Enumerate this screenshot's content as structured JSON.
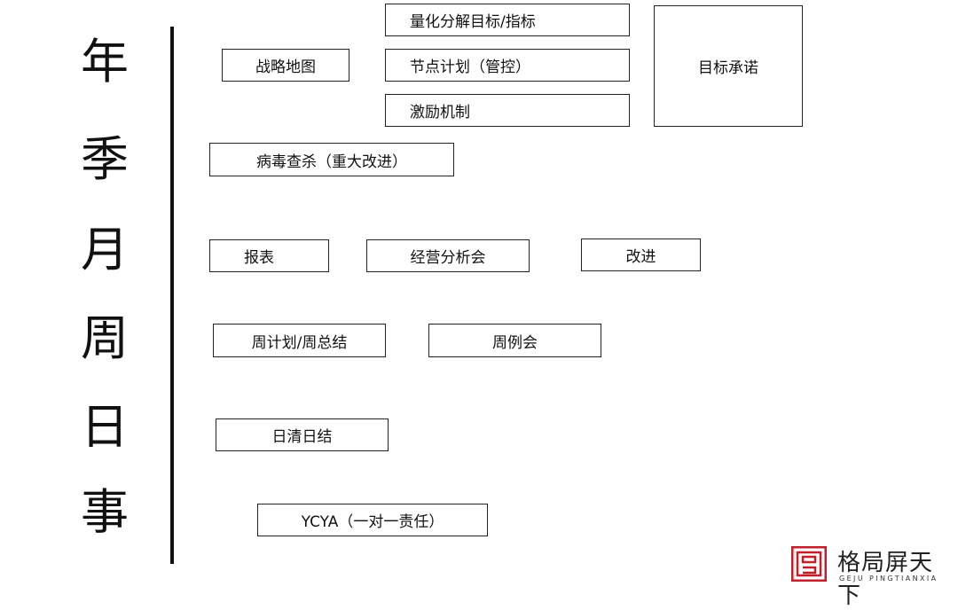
{
  "vertical_labels": [
    "年",
    "季",
    "月",
    "周",
    "日",
    "事"
  ],
  "boxes": {
    "strategy_map": "战略地图",
    "quantify_goals": "量化分解目标/指标",
    "milestone_plan": "节点计划（管控）",
    "incentive": "激励机制",
    "goal_commitment": "目标承诺",
    "virus_kill": "病毒查杀（重大改进）",
    "report": "报表",
    "business_meeting": "经营分析会",
    "improve": "改进",
    "weekly_plan": "周计划/周总结",
    "weekly_meeting": "周例会",
    "daily_clear": "日清日结",
    "ycya": "YCYA（一对一责任）"
  },
  "logo": {
    "name": "格局屏天下",
    "subtitle": "GEJU PINGTIANXIA",
    "color": "#c0202a"
  }
}
